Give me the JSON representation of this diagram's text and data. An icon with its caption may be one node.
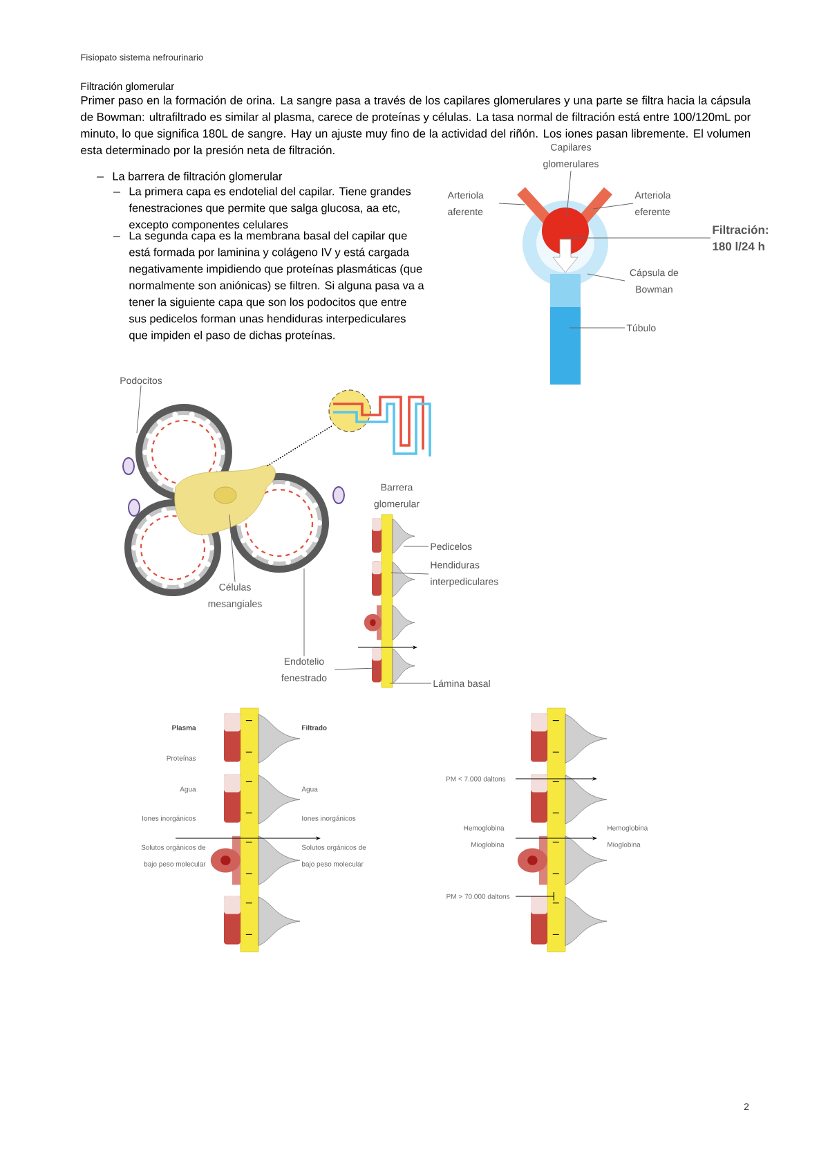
{
  "diagram": {
    "title": "Filtración glomerular",
    "nodes": [
      {
        "text": [
          "Capilares glomerulares"
        ]
      },
      {
        "text": [
          "Arteriola aferente"
        ]
      },
      {
        "text": [
          "Arteriola eferente"
        ]
      },
      {
        "text": [
          "Filtración: 180 l/24 h"
        ]
      },
      {
        "text": [
          "Cápsula de Bowman"
        ]
      },
      {
        "text": [
          "Túbulo"
        ]
      },
      {
        "text": [
          "Podocitos"
        ]
      },
      {
        "text": [
          "Células mesangiales"
        ]
      },
      {
        "text": [
          "Pedicelos"
        ]
      },
      {
        "text": [
          "Hendiduras interpediculares"
        ]
      },
      {
        "text": [
          "Endotelio fenestrado"
        ]
      },
      {
        "text": [
          "Lámina basal"
        ]
      }
    ],
    "edges": [
      {
        "from": 0,
        "to": null,
        "arrow": "none"
      },
      {
        "from": 1,
        "to": null,
        "arrow": "none"
      },
      {
        "from": 2,
        "to": null,
        "arrow": "none"
      },
      {
        "from": 3,
        "to": null,
        "arrow": "none"
      },
      {
        "from": 4,
        "to": null,
        "arrow": "none"
      },
      {
        "from": 5,
        "to": null,
        "arrow": "none"
      },
      {
        "from": 6,
        "to": null,
        "arrow": "none"
      },
      {
        "from": 7,
        "to": null,
        "arrow": "none"
      },
      {
        "from": 8,
        "to": null,
        "arrow": "none"
      },
      {
        "from": 9,
        "to": null,
        "arrow": "none"
      },
      {
        "from": 10,
        "to": null,
        "arrow": "none"
      },
      {
        "from": 10,
        "to": null,
        "arrow": "none"
      },
      {
        "from": 11,
        "to": null,
        "arrow": "none"
      }
    ],
    "labels": [
      "Fisiopato sistema nefrourinario",
      "Primer paso en la formación de orina. La sangre pasa a través de los capilares glomerulares y una parte se filtra hacia la cápsula de Bowman: ultrafiltrado es similar al plasma, carece de proteínas y células. La tasa normal de filtración está entre 100/120mL por minuto, lo que significa 180L de sangre. Hay un ajuste muy fino de la actividad del riñón. Los iones pasan libremente. El volumen esta determinado por la presión neta de filtración.",
      "La barrera de filtración glomerular",
      "La primera capa es endotelial del capilar. Tiene grandes fenestraciones que permite que salga glucosa, aa etc, excepto componentes celulares",
      "La segunda capa es la membrana basal del capilar que está formada por laminina y colágeno IV y está cargada negativamente impidiendo que proteínas plasmáticas (que normalmente son aniónicas) se filtren. Si alguna pasa va a tener la siguiente capa que son los podocitos que entre sus pedicelos forman unas hendiduras interpediculares que impiden el paso de dichas proteínas.",
      "Barrera glomerular",
      "Plasma",
      "Filtrado",
      "Proteínas",
      "Agua",
      "Agua",
      "Iones inorgánicos",
      "Iones inorgánicos",
      "Solutos orgánicos de bajo peso molecular",
      "Solutos orgánicos de bajo peso molecular",
      "PM < 7.000 daltons",
      "Hemoglobina Mioglobina",
      "Hemoglobina Mioglobina",
      "PM > 70.000 daltons",
      "2"
    ]
  }
}
